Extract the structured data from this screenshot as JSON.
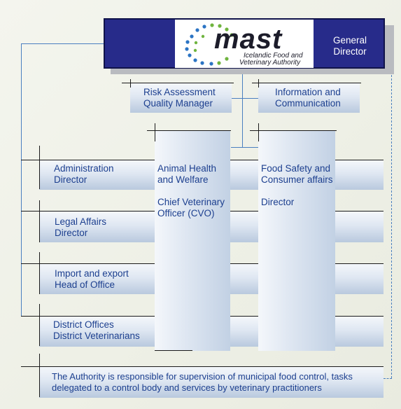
{
  "header": {
    "logo_text": "MAST",
    "logo_subtitle_1": "Icelandic Food and",
    "logo_subtitle_2": "Veterinary Authority",
    "general_director_1": "General",
    "general_director_2": "Director"
  },
  "staff": {
    "risk_1": "Risk Assessment",
    "risk_2": "Quality Manager",
    "info_1": "Information and",
    "info_2": "Communication"
  },
  "divisions": {
    "animal_1": "Animal Health",
    "animal_2": "and Welfare",
    "animal_3": "Chief Veterinary",
    "animal_4": "Officer (CVO)",
    "food_1": "Food Safety and",
    "food_2": "Consumer affairs",
    "food_3": "Director"
  },
  "rows": [
    {
      "line1": "Administration",
      "line2": "Director"
    },
    {
      "line1": "Legal Affairs",
      "line2": "Director"
    },
    {
      "line1": "Import and export",
      "line2": "Head of Office"
    },
    {
      "line1": "District Offices",
      "line2": "District Veterinarians"
    }
  ],
  "footer": {
    "line1": "The Authority is responsible for supervision of municipal food control, tasks",
    "line2": "delegated to a control body and services by veterinary practitioners"
  },
  "colors": {
    "header_bg": "#272b8a",
    "label_text": "#1c3f8f",
    "connector": "#4a7fc0"
  }
}
